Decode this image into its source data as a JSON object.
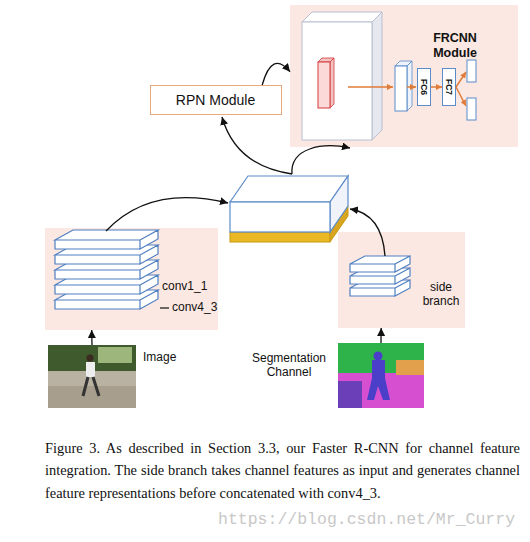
{
  "diagram": {
    "caption": "Figure 3. As described in Section 3.3, our Faster R-CNN for channel feature integration. The side branch takes channel features as input and generates channel feature representations before concatenated with conv4_3.",
    "nodes": [
      {
        "text": [
          "FRCNN Module"
        ]
      },
      {
        "text": [
          "FC6"
        ],
        "in": 0
      },
      {
        "text": [
          "FC7"
        ],
        "in": 0
      },
      {
        "text": [
          "RPN Module"
        ]
      },
      {
        "text": [
          "conv1_1",
          "conv4_3"
        ]
      },
      {
        "text": [
          "side branch"
        ]
      },
      {
        "text": [
          "Image"
        ]
      },
      {
        "text": [
          "Segmentation Channel"
        ]
      }
    ],
    "edges": [
      {
        "from": 1,
        "to": 2,
        "arrow": "to"
      },
      {
        "from": 3,
        "to": 0,
        "arrow": "to"
      },
      {
        "from": 6,
        "to": 4,
        "arrow": "to"
      },
      {
        "from": 7,
        "to": 5,
        "arrow": "to"
      }
    ],
    "labels": [
      "https://blog.csdn.net/Mr_Curry"
    ]
  }
}
